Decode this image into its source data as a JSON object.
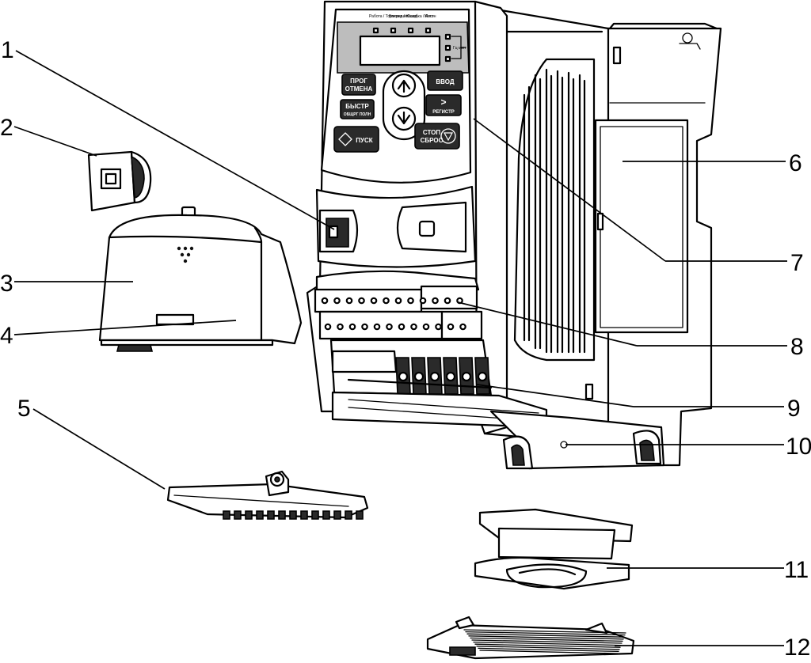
{
  "callouts": [
    "1",
    "2",
    "3",
    "4",
    "5",
    "6",
    "7",
    "8",
    "9",
    "10",
    "11",
    "12"
  ],
  "keypad": {
    "prog_line1": "ПРОГ",
    "prog_line2": "ОТМЕНА",
    "enter": "ВВОД",
    "fast_line1": "БЫСТР",
    "fast_line2": "ОБЩРГ ПОЛН",
    "shift_symbol": ">",
    "shift_label": "РЕГИСТР",
    "run": "ПУСК",
    "stop_line1": "СТОП",
    "stop_line2": "СБРОС"
  },
  "indicators": [
    "Работа / Торможение",
    "Вперед / Назад",
    "Ошибка / Авто",
    "Местн"
  ],
  "side_indicator_label": "Гц мин"
}
